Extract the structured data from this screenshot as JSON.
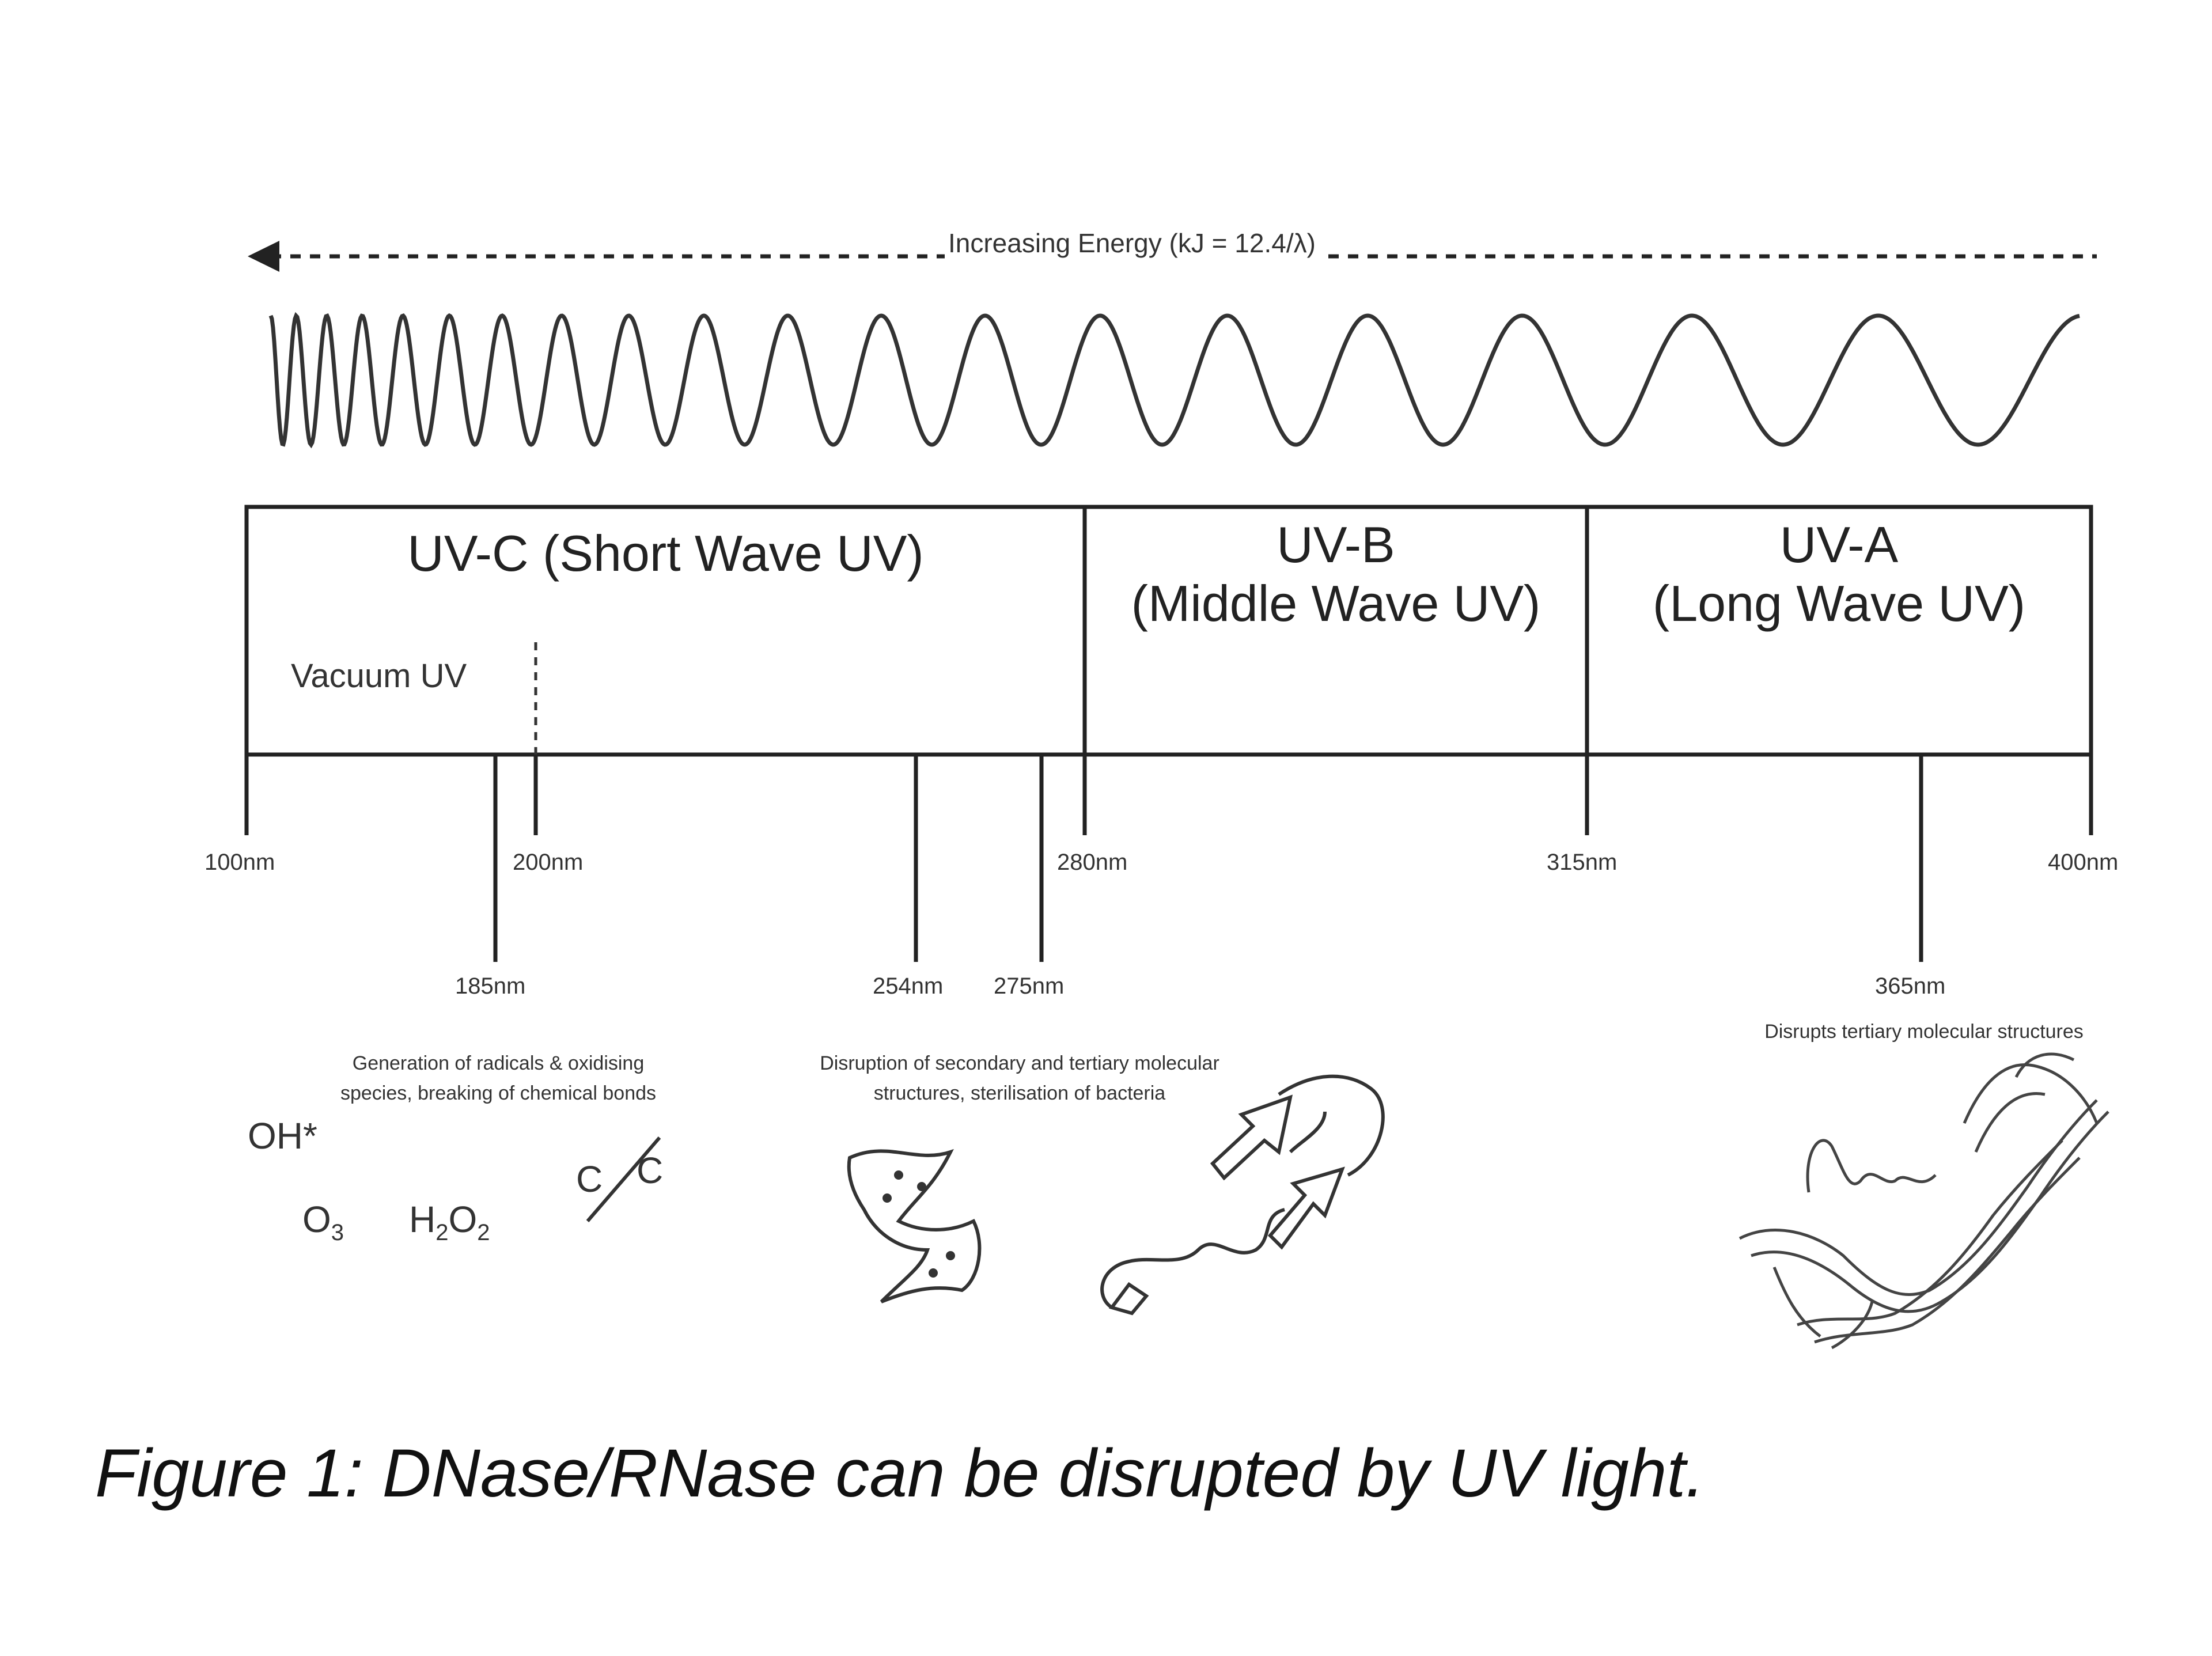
{
  "energy_arrow": {
    "label": "Increasing Energy (kJ = 12.4/λ)"
  },
  "bands": [
    {
      "id": "uvc",
      "line1": "UV-C (Short Wave UV)",
      "line2": ""
    },
    {
      "id": "uvb",
      "line1": "UV-B",
      "line2": "(Middle Wave UV)"
    },
    {
      "id": "uva",
      "line1": "UV-A",
      "line2": "(Long Wave UV)"
    }
  ],
  "vacuum_uv": "Vacuum UV",
  "ticks": {
    "upper": [
      "100nm",
      "200nm",
      "280nm",
      "315nm",
      "400nm"
    ],
    "lower": [
      "185nm",
      "254nm",
      "275nm",
      "365nm"
    ]
  },
  "effects": {
    "radicals": "Generation of radicals & oxidising species, breaking of chemical bonds",
    "secondary": "Disruption of secondary and tertiary molecular structures, sterilisation of bacteria",
    "tertiary": "Disrupts tertiary molecular structures"
  },
  "chemicals": {
    "hydroxyl": "OH*",
    "ozone_base": "O",
    "ozone_sub": "3",
    "peroxide_h": "H",
    "peroxide_h_sub": "2",
    "peroxide_o": "O",
    "peroxide_o_sub": "2",
    "bond_left": "C",
    "bond_right": "C"
  },
  "caption": "Figure 1: DNase/RNase can be disrupted by UV light."
}
